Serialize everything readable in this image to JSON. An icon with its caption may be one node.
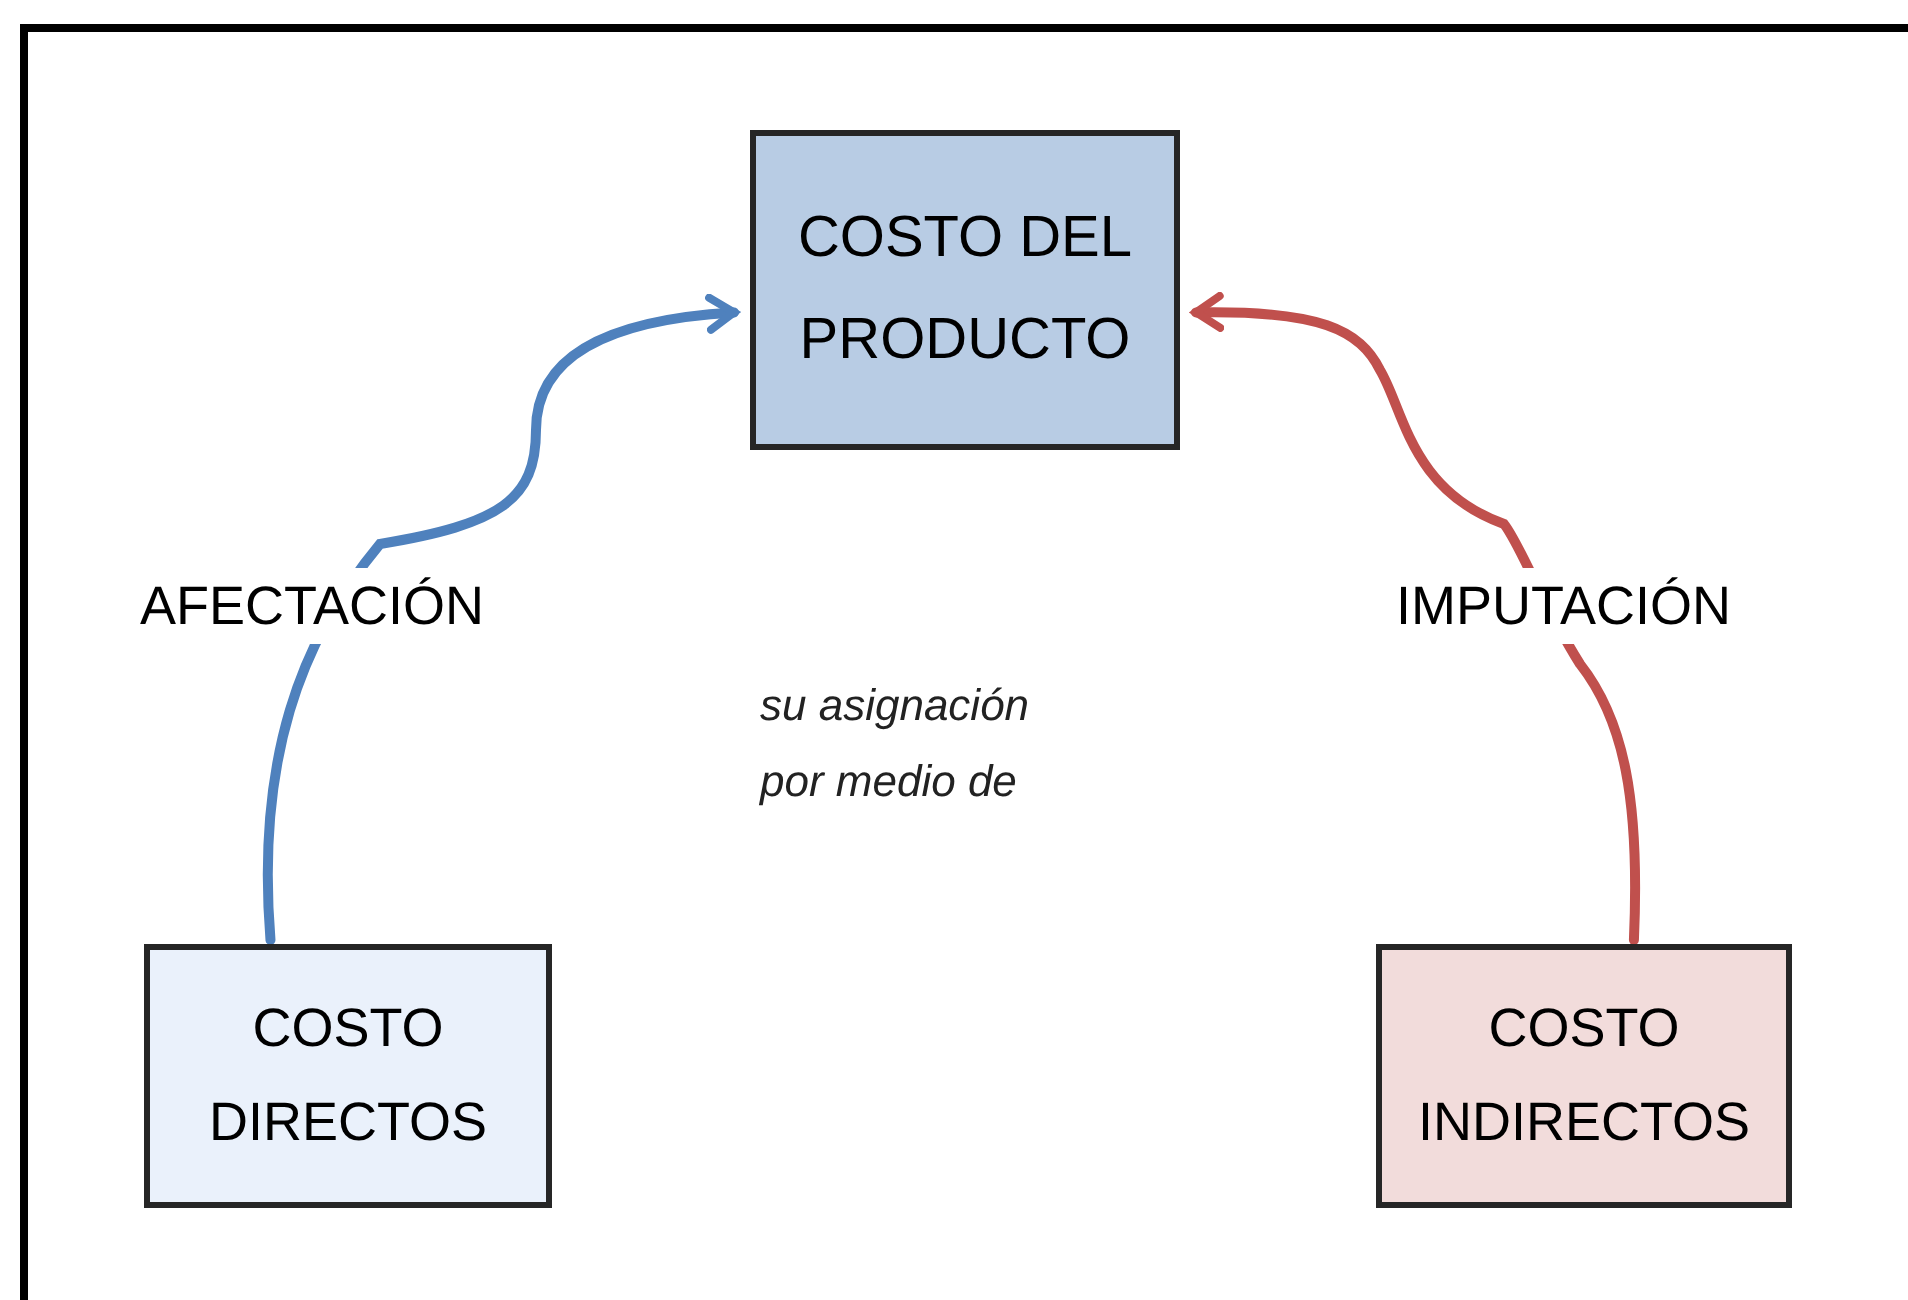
{
  "diagram": {
    "nodes": [
      {
        "text": [
          "COSTO DEL PRODUCTO"
        ]
      },
      {
        "text": [
          "COSTO DIRECTOS"
        ]
      },
      {
        "text": [
          "COSTO INDIRECTOS"
        ]
      }
    ],
    "edges": [
      {
        "from": 1,
        "to": 0,
        "arrow": "to",
        "label": "AFECTACIÓN",
        "color": "#4f81bd"
      },
      {
        "from": 2,
        "to": 0,
        "arrow": "to",
        "label": "IMPUTACIÓN",
        "color": "#c0504d"
      }
    ],
    "labels": [
      "su asignación por medio de"
    ]
  }
}
